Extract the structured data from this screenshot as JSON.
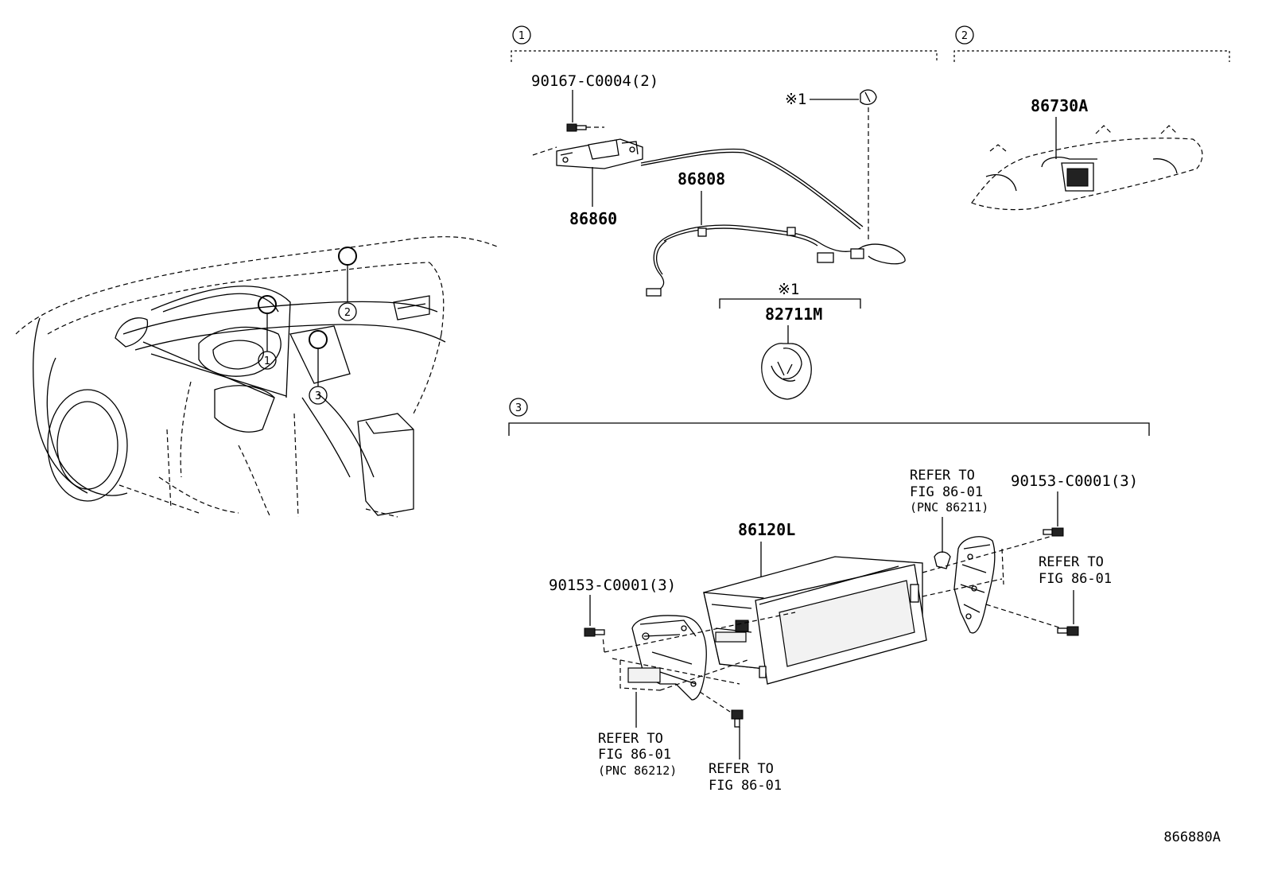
{
  "diagram": {
    "figure_code": "866880A",
    "section_markers": [
      "1",
      "2",
      "3"
    ],
    "parts": {
      "screw_top": "90167-C0004(2)",
      "module": "86860",
      "wire": "86808",
      "clip_ref": "※1",
      "clip_group_mark": "※1",
      "clip_part": "82711M",
      "display_bracket_part": "86730A",
      "head_unit": "86120L",
      "screw_left": "90153-C0001(3)",
      "screw_right": "90153-C0001(3)"
    },
    "refs": {
      "ref_right_top": [
        "REFER TO",
        "FIG 86-01",
        "(PNC 86211)"
      ],
      "ref_right_mid": [
        "REFER TO",
        "FIG 86-01"
      ],
      "ref_left_bottom": [
        "REFER TO",
        "FIG 86-01",
        "(PNC 86212)"
      ],
      "ref_bottom_mid": [
        "REFER TO",
        "FIG 86-01"
      ]
    }
  }
}
